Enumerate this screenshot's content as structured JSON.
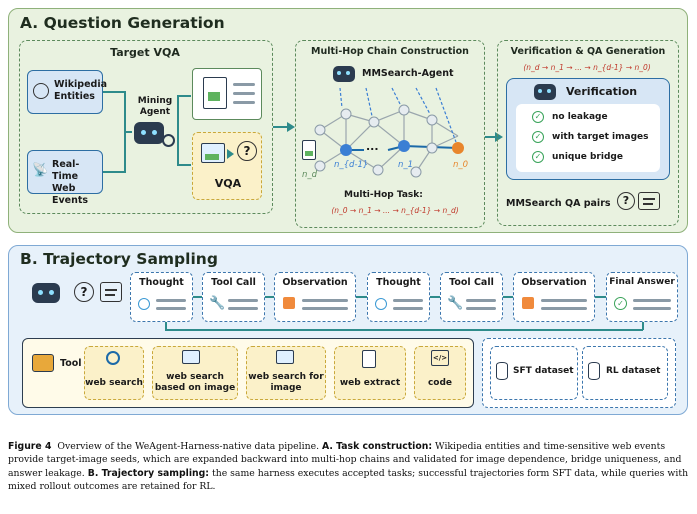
{
  "section_a": {
    "title": "A. Question Generation",
    "target_vqa": {
      "title": "Target VQA",
      "wikipedia": "Wikipedia Entities",
      "realtime": "Real-Time Web Events",
      "agent": "Mining Agent",
      "vqa": "VQA"
    },
    "multihop": {
      "title": "Multi-Hop Chain Construction",
      "agent": "MMSearch-Agent",
      "node_nd1": "n_{d-1}",
      "node_n1": "n_1",
      "node_n0": "n_0",
      "node_nd": "n_d",
      "dots": "...",
      "task_label": "Multi-Hop Task:",
      "task_chain": "(n_0 → n_1 → ... → n_{d-1} → n_d)"
    },
    "verification": {
      "title": "Verification & QA Generation",
      "chain": "(n_d → n_1 → ... → n_{d-1} → n_0)",
      "box_title": "Verification",
      "checks": [
        "no leakage",
        "with target images",
        "unique bridge"
      ],
      "qa_pairs": "MMSearch QA pairs"
    }
  },
  "section_b": {
    "title": "B. Trajectory Sampling",
    "steps": [
      "Thought",
      "Tool Call",
      "Observation",
      "Thought",
      "Tool Call",
      "Observation",
      "Final Answer"
    ],
    "tool_label": "Tool",
    "tools": [
      "web search",
      "web search based on image",
      "web search for image",
      "web extract",
      "code"
    ],
    "datasets": [
      "SFT dataset",
      "RL dataset"
    ]
  },
  "caption": {
    "fig": "Figure 4",
    "text1": "Overview of the WeAgent-Harness-native data pipeline.",
    "a_label": "A. Task construction:",
    "text2": "Wikipedia entities and time-sensitive web events provide target-image seeds, which are expanded backward into multi-hop chains and validated for image dependence, bridge uniqueness, and answer leakage.",
    "b_label": "B. Trajectory sampling:",
    "text3": "the same harness executes accepted tasks; successful trajectories form SFT data, while queries with mixed rollout outcomes are retained for RL."
  },
  "colors": {
    "panel_a_bg": "#e9f2e0",
    "panel_b_bg": "#e7f1fa",
    "accent_teal": "#2e8b8b",
    "node_blue": "#3b7fd4",
    "node_orange": "#e8862c"
  }
}
